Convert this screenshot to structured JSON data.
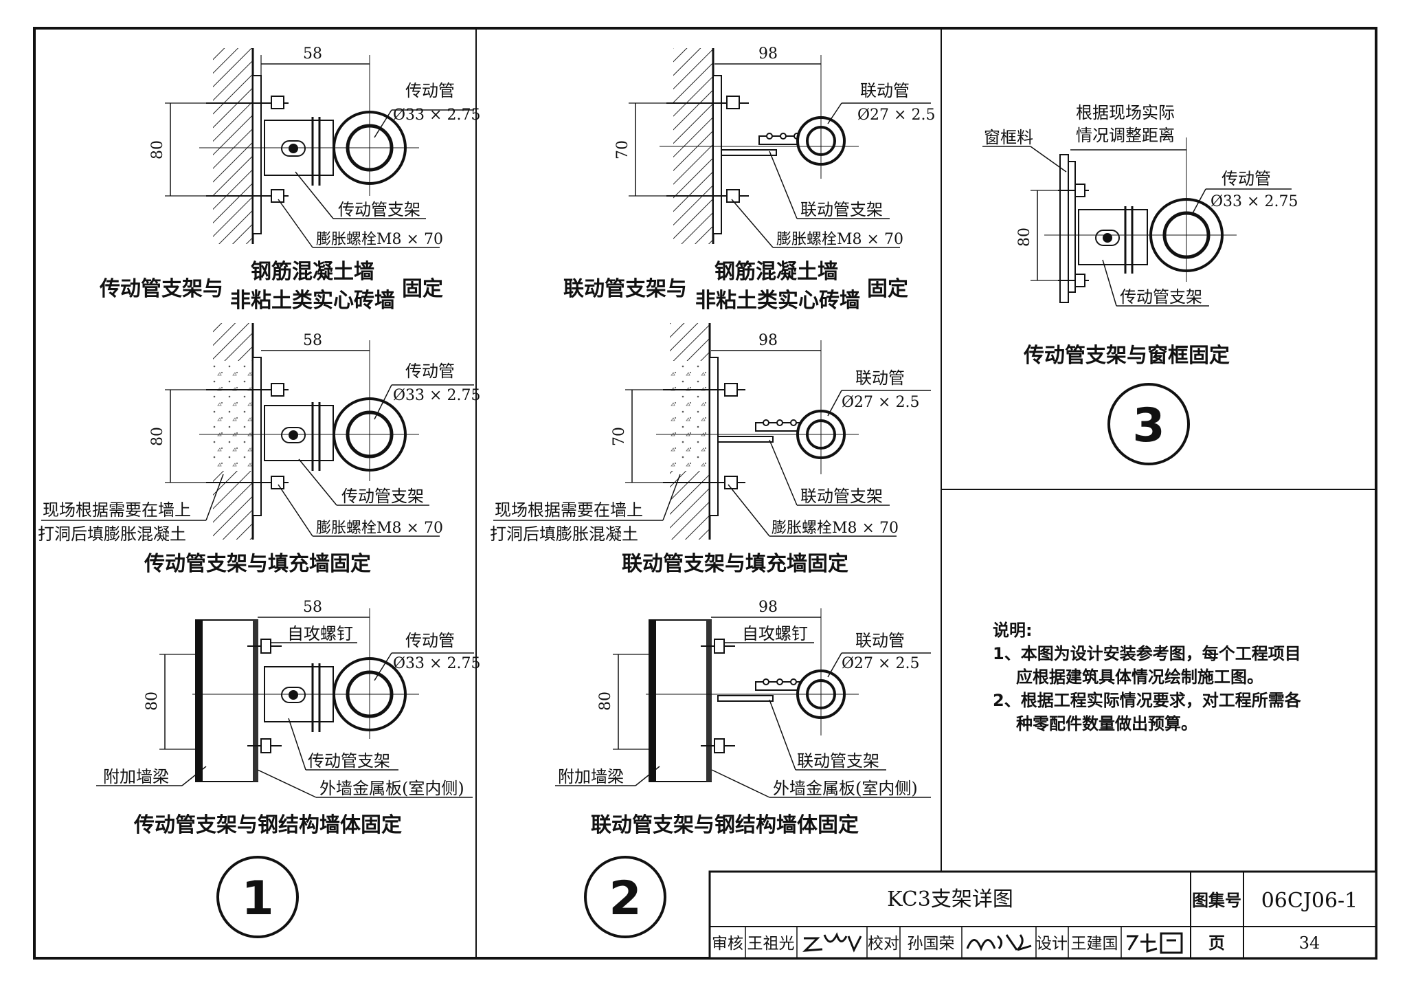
{
  "detail1": {
    "a": {
      "dim_h": "58",
      "dim_v": "80",
      "pipe_name": "传动管",
      "pipe_spec": "Ø33 × 2.75",
      "bracket": "传动管支架",
      "bolt": "膨胀螺栓M8 × 70",
      "caption_pre": "传动管支架与",
      "caption_mid1": "钢筋混凝土墙",
      "caption_mid2": "非粘土类实心砖墙",
      "caption_post": "固定"
    },
    "b": {
      "dim_h": "58",
      "dim_v": "80",
      "pipe_name": "传动管",
      "pipe_spec": "Ø33 × 2.75",
      "bracket": "传动管支架",
      "bolt": "膨胀螺栓M8 × 70",
      "note1": "现场根据需要在墙上",
      "note2": "打洞后填膨胀混凝土",
      "caption": "传动管支架与填充墙固定"
    },
    "c": {
      "dim_h": "58",
      "dim_v": "80",
      "pipe_name": "传动管",
      "pipe_spec": "Ø33 × 2.75",
      "screw": "自攻螺钉",
      "bracket": "传动管支架",
      "beam": "附加墙梁",
      "panel": "外墙金属板(室内侧)",
      "caption": "传动管支架与钢结构墙体固定"
    },
    "number": "1"
  },
  "detail2": {
    "a": {
      "dim_h": "98",
      "dim_v": "70",
      "pipe_name": "联动管",
      "pipe_spec": "Ø27 × 2.5",
      "bracket": "联动管支架",
      "bolt": "膨胀螺栓M8 × 70",
      "caption_pre": "联动管支架与",
      "caption_mid1": "钢筋混凝土墙",
      "caption_mid2": "非粘土类实心砖墙",
      "caption_post": "固定"
    },
    "b": {
      "dim_h": "98",
      "dim_v": "70",
      "pipe_name": "联动管",
      "pipe_spec": "Ø27 × 2.5",
      "bracket": "联动管支架",
      "bolt": "膨胀螺栓M8 × 70",
      "note1": "现场根据需要在墙上",
      "note2": "打洞后填膨胀混凝土",
      "caption": "联动管支架与填充墙固定"
    },
    "c": {
      "dim_h": "98",
      "dim_v": "80",
      "pipe_name": "联动管",
      "pipe_spec": "Ø27 × 2.5",
      "screw": "自攻螺钉",
      "bracket": "联动管支架",
      "beam": "附加墙梁",
      "panel": "外墙金属板(室内侧)",
      "caption": "联动管支架与钢结构墙体固定"
    },
    "number": "2"
  },
  "detail3": {
    "window_frame": "窗框料",
    "adjust1": "根据现场实际",
    "adjust2": "情况调整距离",
    "pipe_name": "传动管",
    "pipe_spec": "Ø33 × 2.75",
    "dim_v": "80",
    "bracket": "传动管支架",
    "caption": "传动管支架与窗框固定",
    "number": "3"
  },
  "notes": {
    "heading": "说明:",
    "item1_line1": "1、本图为设计安装参考图，每个工程项目",
    "item1_line2": "应根据建筑具体情况绘制施工图。",
    "item2_line1": "2、根据工程实际情况要求，对工程所需各",
    "item2_line2": "种零配件数量做出预算。"
  },
  "title_block": {
    "title": "KC3支架详图",
    "atlas_label": "图集号",
    "atlas_no": "06CJ06-1",
    "review_label": "审核",
    "reviewer": "王祖光",
    "check_label": "校对",
    "checker": "孙国荣",
    "design_label": "设计",
    "designer": "王建国",
    "page_label": "页",
    "page_no": "34"
  }
}
